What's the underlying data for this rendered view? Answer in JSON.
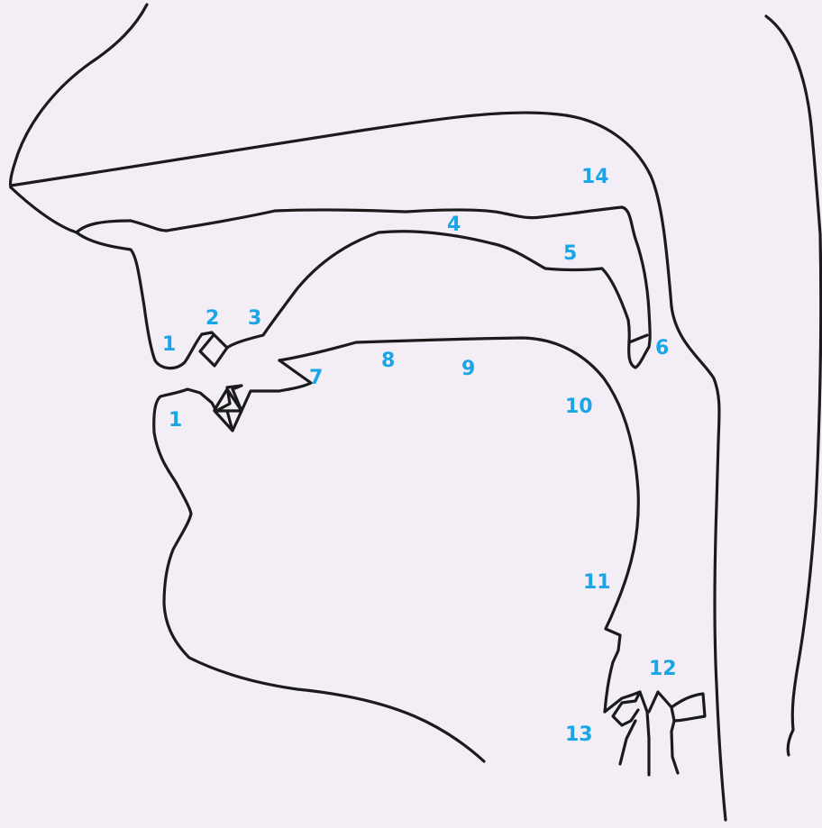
{
  "diagram": {
    "label_color": "#1aa5e6",
    "line_color": "#1b1b1b",
    "background": "#f3eef6",
    "labels": [
      "1",
      "2",
      "3",
      "4",
      "5",
      "6",
      "7",
      "8",
      "9",
      "10",
      "11",
      "12",
      "13",
      "14",
      "1"
    ]
  }
}
